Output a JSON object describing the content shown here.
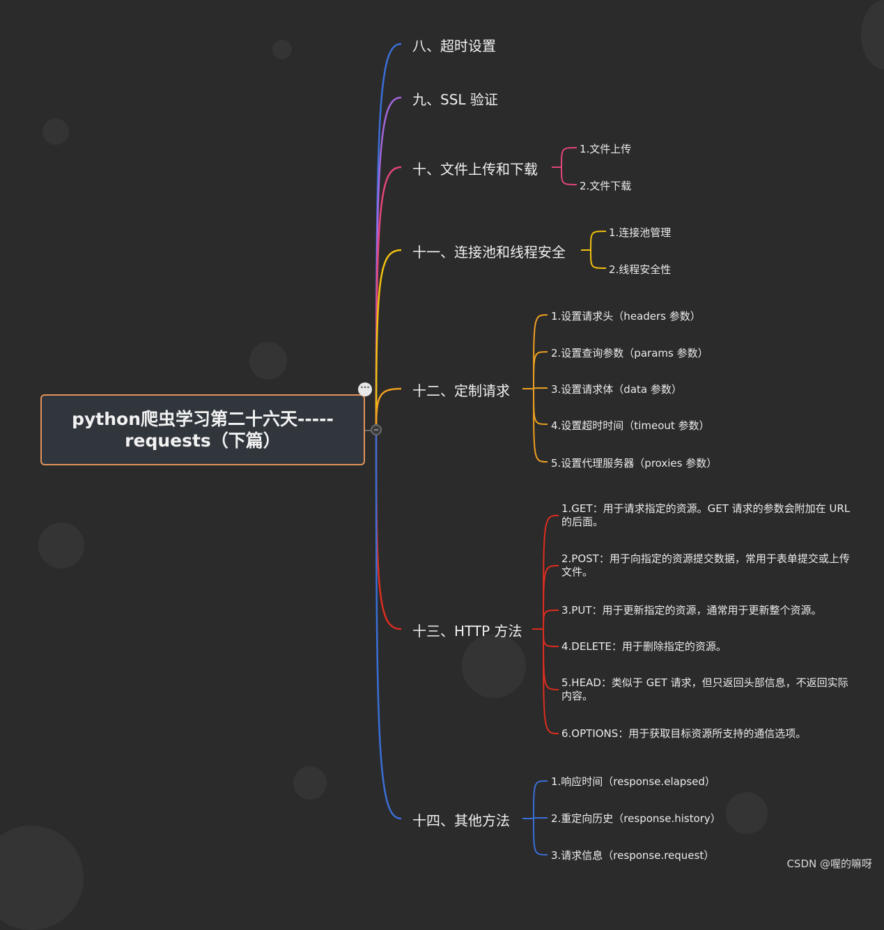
{
  "colors": {
    "background": "#2b2b2b",
    "root_border": "#e2935a",
    "root_fill": "#30363c",
    "branches": [
      "#3a6fd8",
      "#a367dc",
      "#e4467a",
      "#f2c10f",
      "#f0a020",
      "#dd2d1f",
      "#3a6fd8"
    ]
  },
  "root": {
    "line1": "python爬虫学习第二十六天-----",
    "line2": "requests（下篇）"
  },
  "topics": [
    {
      "label": "八、超时设置",
      "children": []
    },
    {
      "label": "九、SSL 验证",
      "children": []
    },
    {
      "label": "十、文件上传和下载",
      "children": [
        "1.文件上传",
        "2.文件下载"
      ]
    },
    {
      "label": "十一、连接池和线程安全",
      "children": [
        "1.连接池管理",
        "2.线程安全性"
      ]
    },
    {
      "label": "十二、定制请求",
      "children": [
        "1.设置请求头（headers 参数）",
        "2.设置查询参数（params 参数）",
        "3.设置请求体（data 参数）",
        "4.设置超时时间（timeout 参数）",
        "5.设置代理服务器（proxies 参数）"
      ]
    },
    {
      "label": "十三、HTTP 方法",
      "children": [
        "1.GET：用于请求指定的资源。GET 请求的参数会附加在 URL 的后面。",
        "2.POST：用于向指定的资源提交数据，常用于表单提交或上传文件。",
        "3.PUT：用于更新指定的资源，通常用于更新整个资源。",
        "4.DELETE：用于删除指定的资源。",
        "5.HEAD：类似于 GET 请求，但只返回头部信息，不返回实际内容。",
        "6.OPTIONS：用于获取目标资源所支持的通信选项。"
      ]
    },
    {
      "label": "十四、其他方法",
      "children": [
        "1.响应时间（response.elapsed）",
        "2.重定向历史（response.history）",
        "3.请求信息（response.request）"
      ]
    }
  ],
  "watermark": "CSDN @喔的嘛呀",
  "icons": {
    "comment": "comment-icon",
    "collapse": "collapse-toggle-icon"
  }
}
